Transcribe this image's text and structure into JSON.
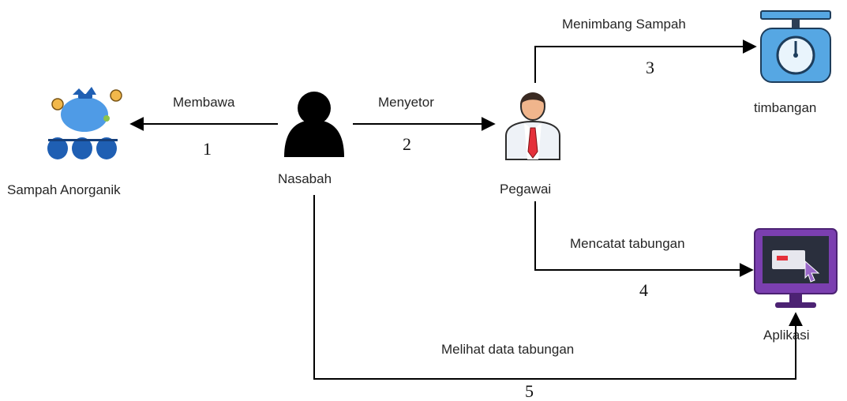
{
  "nodes": {
    "sampah": {
      "label": "Sampah Anorganik",
      "icon": "garbage-bags-icon"
    },
    "nasabah": {
      "label": "Nasabah",
      "icon": "person-icon"
    },
    "pegawai": {
      "label": "Pegawai",
      "icon": "employee-icon"
    },
    "timbangan": {
      "label": "timbangan",
      "icon": "scale-icon"
    },
    "aplikasi": {
      "label": "Aplikasi",
      "icon": "monitor-app-icon"
    }
  },
  "edges": {
    "membawa": {
      "label": "Membawa",
      "step": "1"
    },
    "menyetor": {
      "label": "Menyetor",
      "step": "2"
    },
    "menimbang": {
      "label": "Menimbang Sampah",
      "step": "3"
    },
    "mencatat": {
      "label": "Mencatat tabungan",
      "step": "4"
    },
    "melihat": {
      "label": "Melihat data tabungan",
      "step": "5"
    }
  },
  "colors": {
    "bag_blue": "#4f9be6",
    "bag_dark": "#1f5fb3",
    "coin": "#f2b84b",
    "person": "#000000",
    "shirt_red": "#e5303a",
    "scale_blue": "#56a7e3",
    "monitor_purple": "#7b3fb0"
  }
}
